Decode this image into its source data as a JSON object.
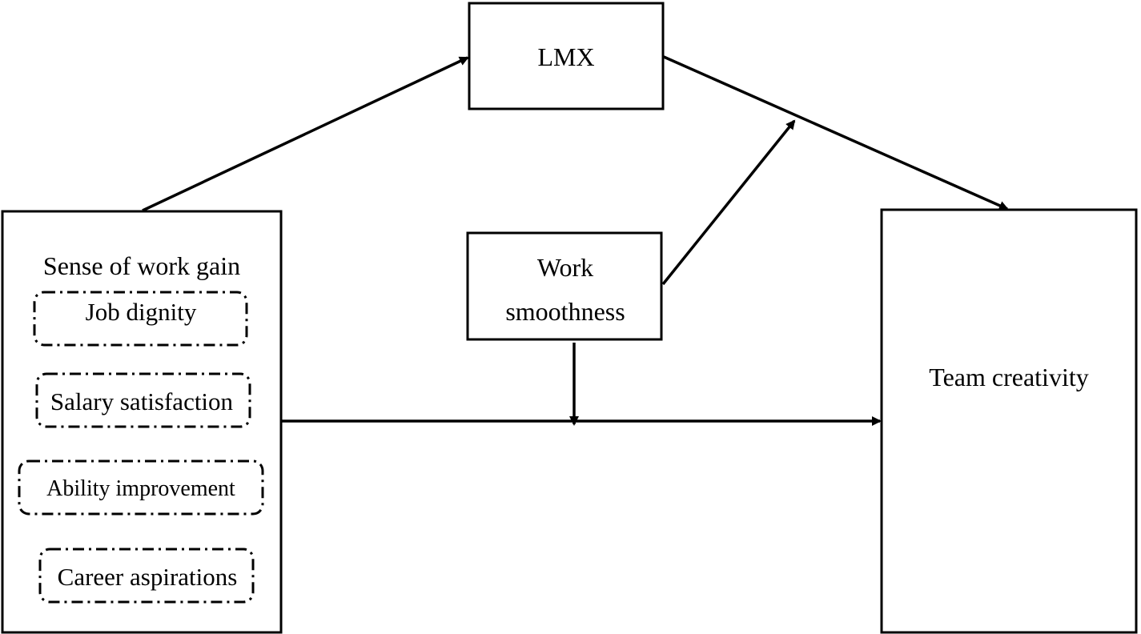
{
  "nodes": {
    "lmx": {
      "label": "LMX"
    },
    "work_smoothness": {
      "line1": "Work",
      "line2": "smoothness"
    },
    "sense_of_work_gain": {
      "label": "Sense of work gain",
      "dimensions": [
        {
          "label": "Job dignity"
        },
        {
          "label": "Salary satisfaction"
        },
        {
          "label": "Ability improvement"
        },
        {
          "label": "Career aspirations"
        }
      ]
    },
    "team_creativity": {
      "label": "Team creativity"
    }
  },
  "colors": {
    "stroke": "#000000",
    "background": "#ffffff"
  }
}
